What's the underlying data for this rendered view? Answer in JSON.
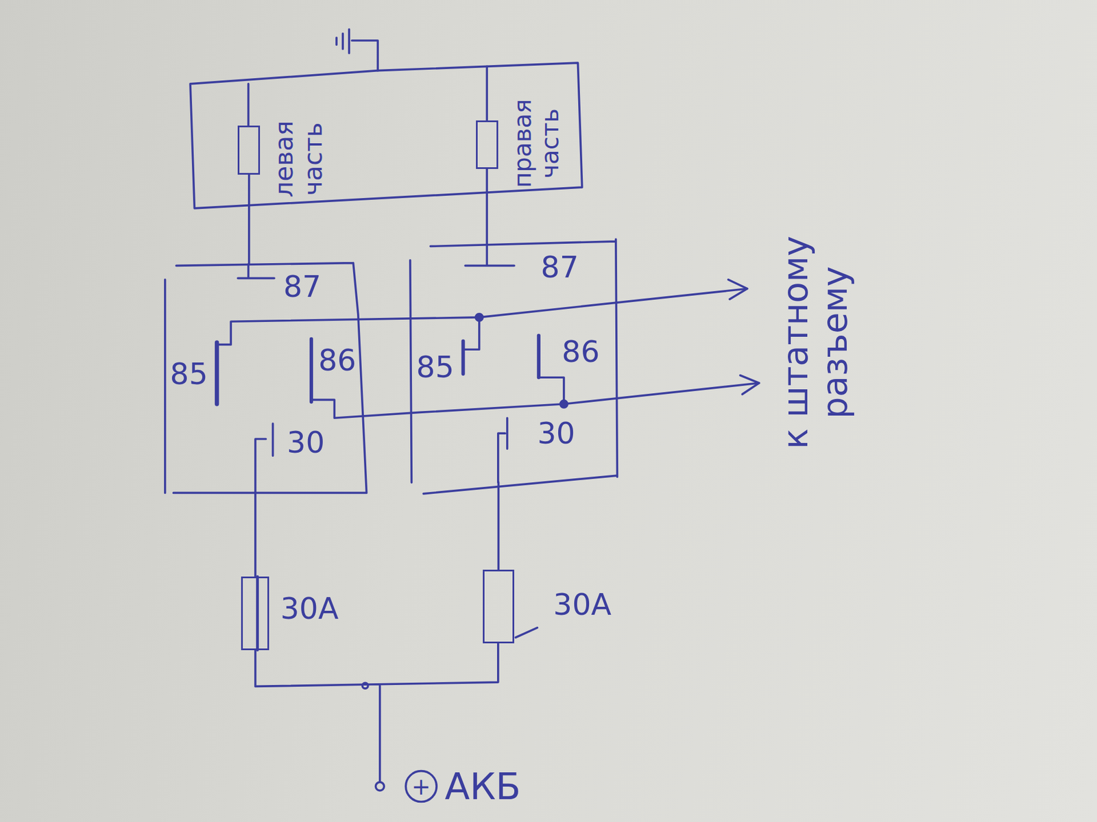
{
  "diagram": {
    "nodes": [
      {
        "text": [
          "левая часть"
        ]
      },
      {
        "text": [
          "правая часть"
        ]
      },
      {
        "text": [
          "87",
          "85",
          "86",
          "30"
        ]
      },
      {
        "text": [
          "87",
          "85",
          "86",
          "30"
        ]
      },
      {
        "text": [
          "30А"
        ]
      },
      {
        "text": [
          "30А"
        ]
      }
    ],
    "edges": [
      {
        "from": 0,
        "to": 2,
        "arrow": "none"
      },
      {
        "from": 1,
        "to": 3,
        "arrow": "none"
      },
      {
        "from": 2,
        "to": 4,
        "arrow": "none"
      },
      {
        "from": 3,
        "to": 5,
        "arrow": "none"
      }
    ],
    "labels": [
      "к штатному разъему",
      "+",
      "АКБ"
    ]
  }
}
